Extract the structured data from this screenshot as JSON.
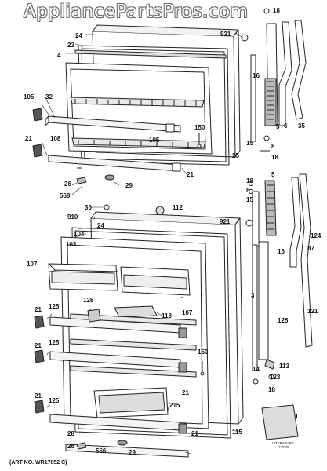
{
  "watermark": "AppliancePartsPros.com",
  "art_number": "(ART NO. WR17852 C)",
  "literature_label": "LITERATURE PARTS",
  "callouts": {
    "c18a": "18",
    "c24a": "24",
    "c921a": "921",
    "c23": "23",
    "c4": "4",
    "c16a": "16",
    "c5a": "5",
    "c6": "6",
    "c35": "35",
    "c105a": "105",
    "c32": "32",
    "c21a": "21",
    "c108": "108",
    "c105b": "105",
    "c150a": "150",
    "c25": "25",
    "c15a": "15",
    "c8a": "8",
    "c18b": "18",
    "c26a": "26",
    "c568": "568",
    "c29a": "29",
    "c21b": "21",
    "c18c": "18",
    "c8b": "8",
    "c15b": "15",
    "c5b": "5",
    "c30": "30",
    "c112": "112",
    "c910": "910",
    "c24b": "24",
    "c104": "104",
    "c103": "103",
    "c921b": "921",
    "c124": "124",
    "c87": "87",
    "c16b": "16",
    "c107a": "107",
    "c128": "128",
    "c118": "118",
    "c107b": "107",
    "c3": "3",
    "c125a": "125",
    "c121": "121",
    "c21c": "21",
    "c125b": "125",
    "c21d": "21",
    "c125c": "125",
    "c14": "14",
    "c113": "113",
    "c123": "123",
    "c18d": "18",
    "c150b": "150",
    "c21e": "21",
    "c215": "215",
    "c115": "115",
    "c21f": "21",
    "c125d": "125",
    "c28": "28",
    "c26b": "26",
    "c566": "566",
    "c29b": "29",
    "c21g": "21",
    "c1": "1"
  }
}
